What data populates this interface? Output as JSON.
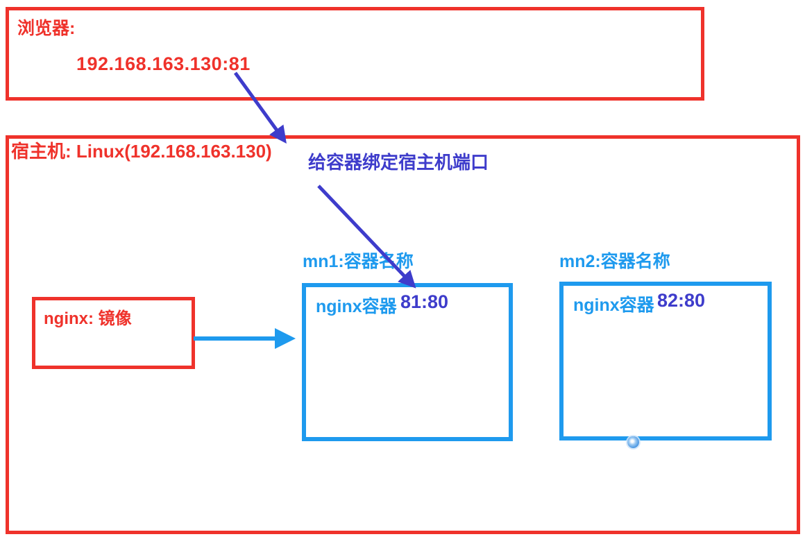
{
  "colors": {
    "red": "#EF322B",
    "light_blue": "#1E9AEE",
    "indigo": "#3E3CCB"
  },
  "browser_box": {
    "title": "浏览器:",
    "url": "192.168.163.130:81"
  },
  "host_box": {
    "title": "宿主机: Linux(192.168.163.130)"
  },
  "annotations": {
    "bind_port_note": "给容器绑定宿主机端口"
  },
  "image_box": {
    "label": "nginx: 镜像"
  },
  "containers": [
    {
      "name_label": "mn1:容器名称",
      "runtime_label": "nginx容器",
      "port_mapping": "81:80"
    },
    {
      "name_label": "mn2:容器名称",
      "runtime_label": "nginx容器",
      "port_mapping": "82:80"
    }
  ],
  "arrows": [
    {
      "name": "browser-url-to-host-ip",
      "color": "#3E3CCB"
    },
    {
      "name": "bind-note-to-port-mapping",
      "color": "#3E3CCB"
    },
    {
      "name": "image-to-container",
      "color": "#1E9AEE"
    }
  ],
  "icons": {
    "watermark": "swirl-watermark-icon"
  }
}
